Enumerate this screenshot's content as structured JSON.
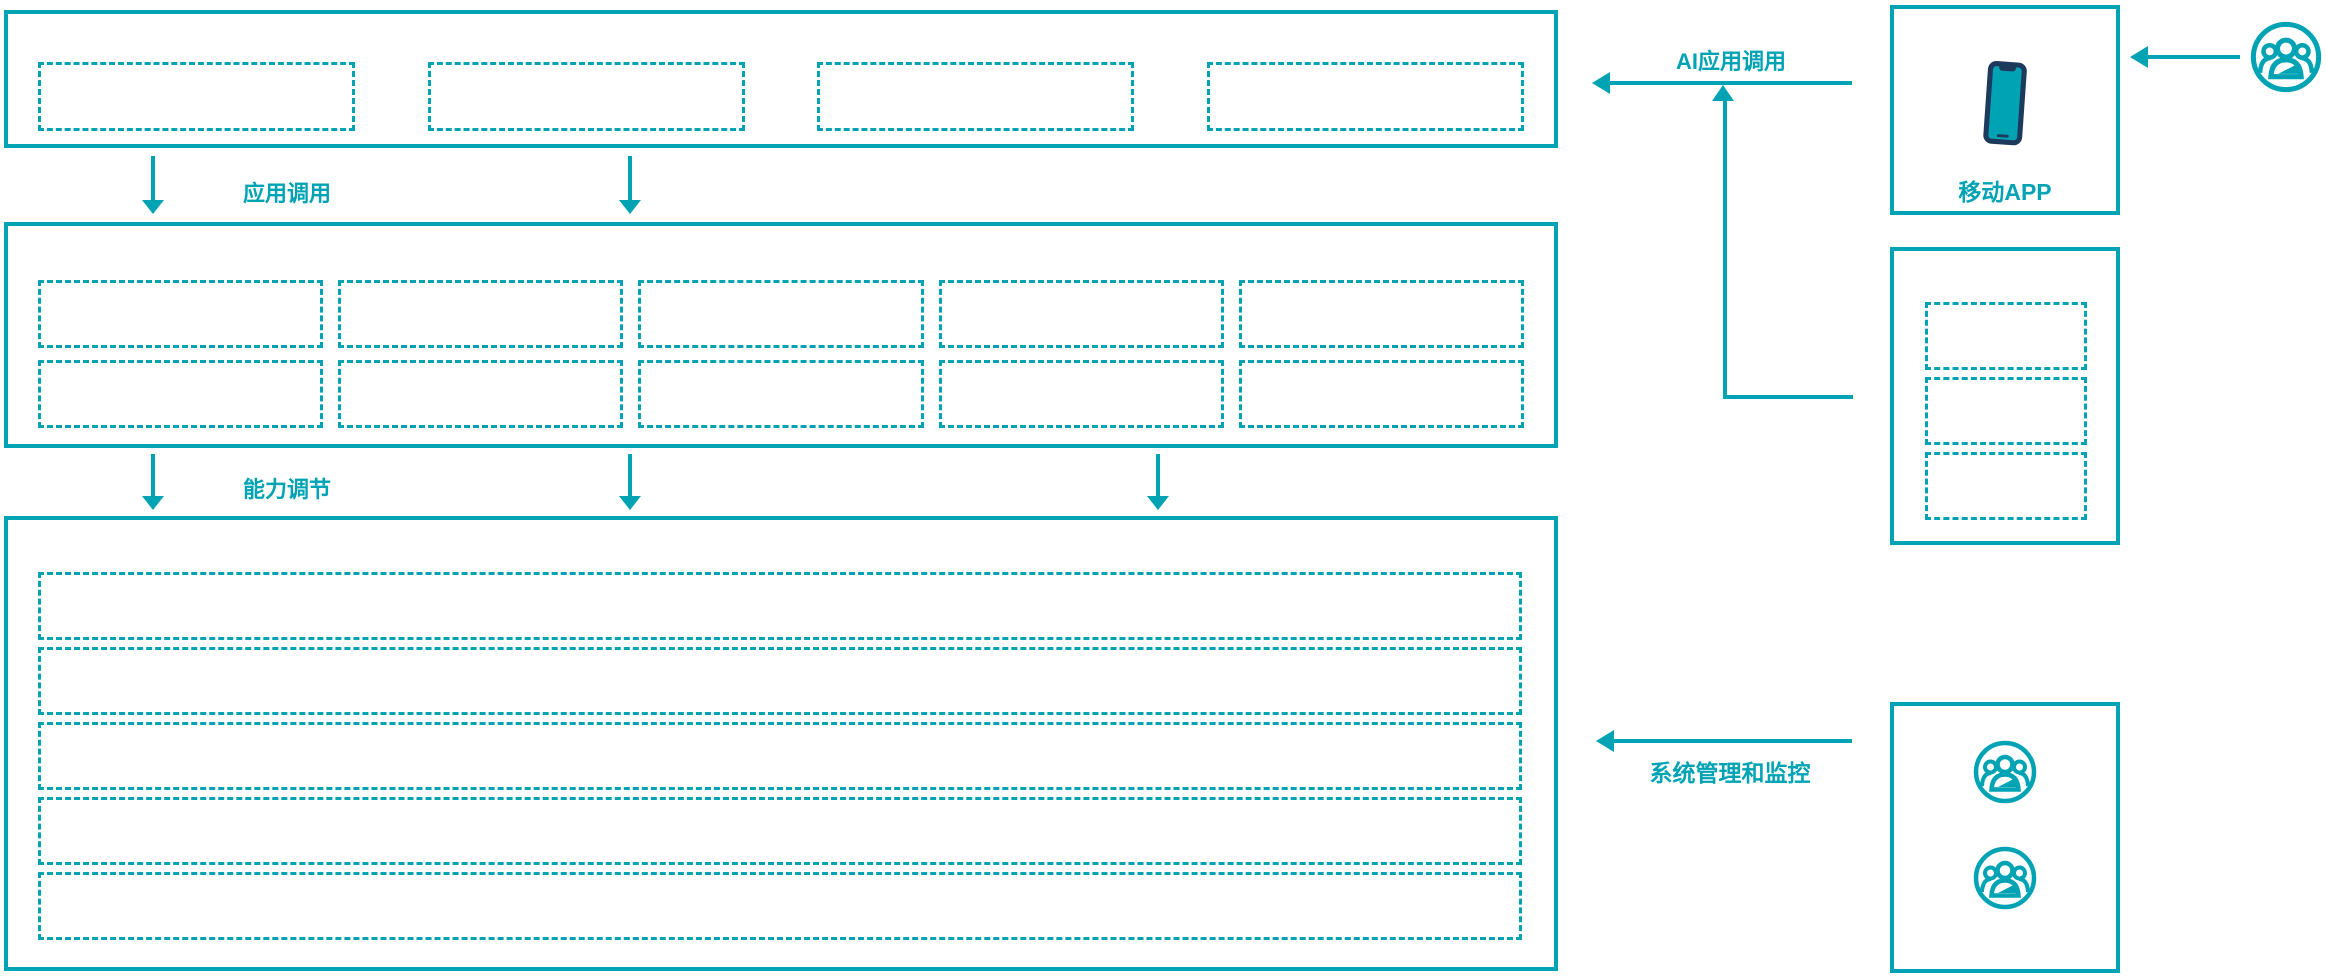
{
  "accent_color": "#00a3b4",
  "phone_color": "#1d3a5c",
  "layers": {
    "app_layer": {
      "placeholder_count": 4
    },
    "capability_layer": {
      "row1_count": 5,
      "row2_count": 5
    },
    "platform_layer": {
      "row_count": 5
    }
  },
  "connectors": {
    "app_call": {
      "label": "应用调用"
    },
    "capability": {
      "label": "能力调节"
    },
    "ai_app_call": {
      "label": "AI应用调用"
    },
    "system_monitor": {
      "label": "系统管理和监控"
    }
  },
  "right_panel": {
    "mobile_app": {
      "label": "移动APP"
    },
    "client_box": {
      "placeholder_count": 3
    },
    "admin_box": {
      "user_icon_count": 2
    }
  }
}
